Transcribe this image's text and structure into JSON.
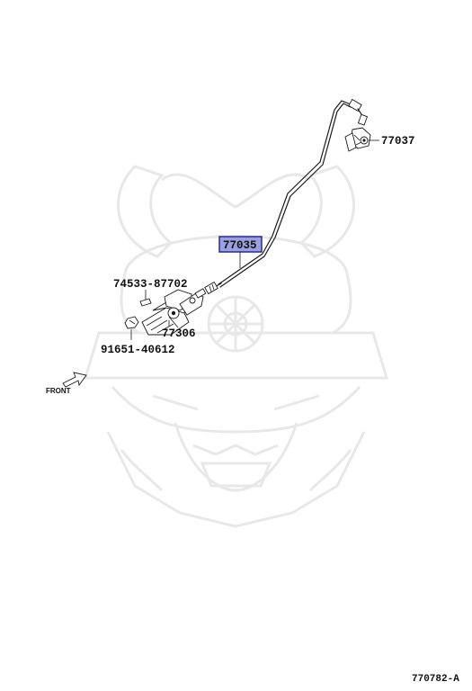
{
  "diagram": {
    "labels": {
      "cable": "77035",
      "upper_bracket": "77037",
      "clip": "74533-87702",
      "lever_assembly": "77306",
      "bolt": "91651-40612",
      "front_arrow": "FRONT",
      "figure_code": "770782-A"
    },
    "colors": {
      "highlight_fill": "#9b9fe0",
      "highlight_border": "#2a2f8a",
      "ink": "#1a1a1a",
      "watermark": "#e8e8e8"
    }
  }
}
